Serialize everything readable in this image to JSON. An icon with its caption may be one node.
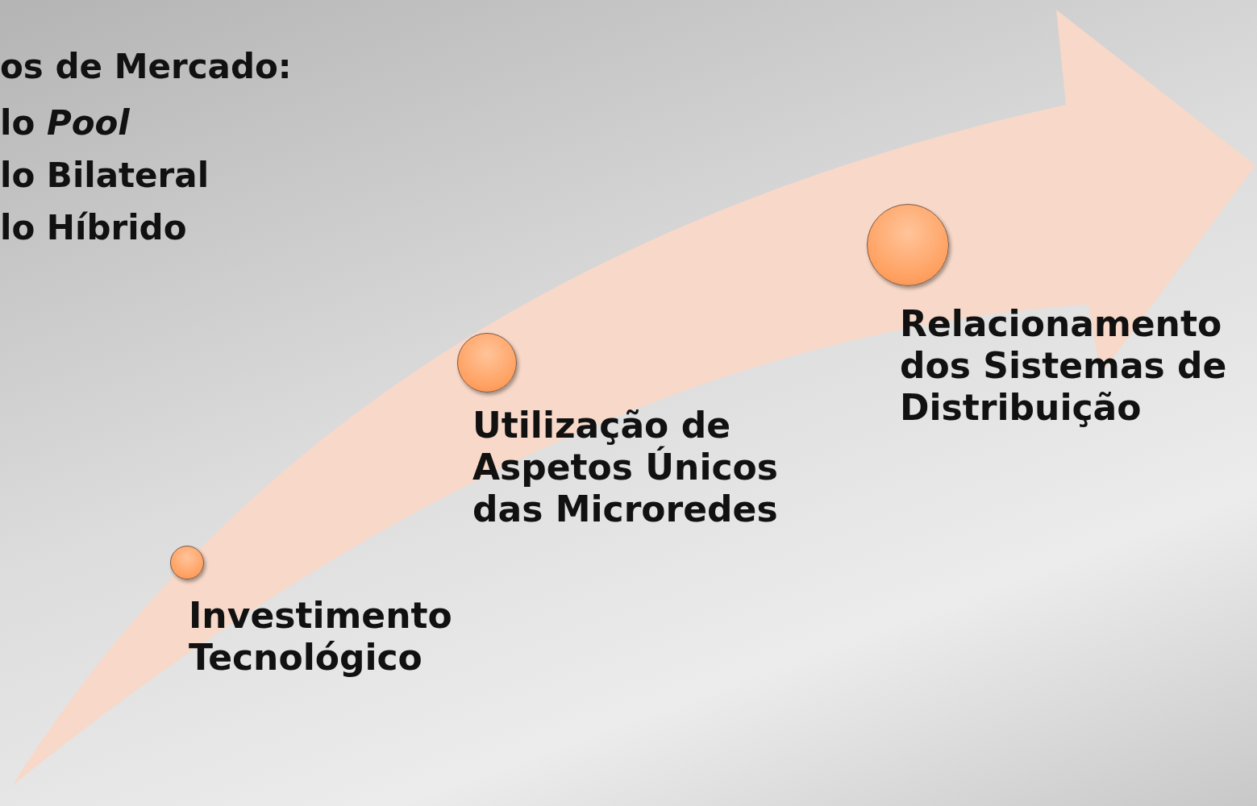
{
  "diagram": {
    "nodes": [
      {
        "text": [],
        "shape": "circle",
        "beside": [
          "Investimento Tecnológico"
        ]
      },
      {
        "text": [],
        "shape": "circle",
        "beside": [
          "Utilização de Aspetos Únicos das Microredes"
        ]
      },
      {
        "text": [],
        "shape": "circle",
        "beside": [
          "Relacionamento dos Sistemas de Distribuição"
        ]
      }
    ],
    "labels": [
      "os de Mercado:",
      "lo *Pool*",
      "lo Bilateral",
      "lo Híbrido"
    ]
  }
}
